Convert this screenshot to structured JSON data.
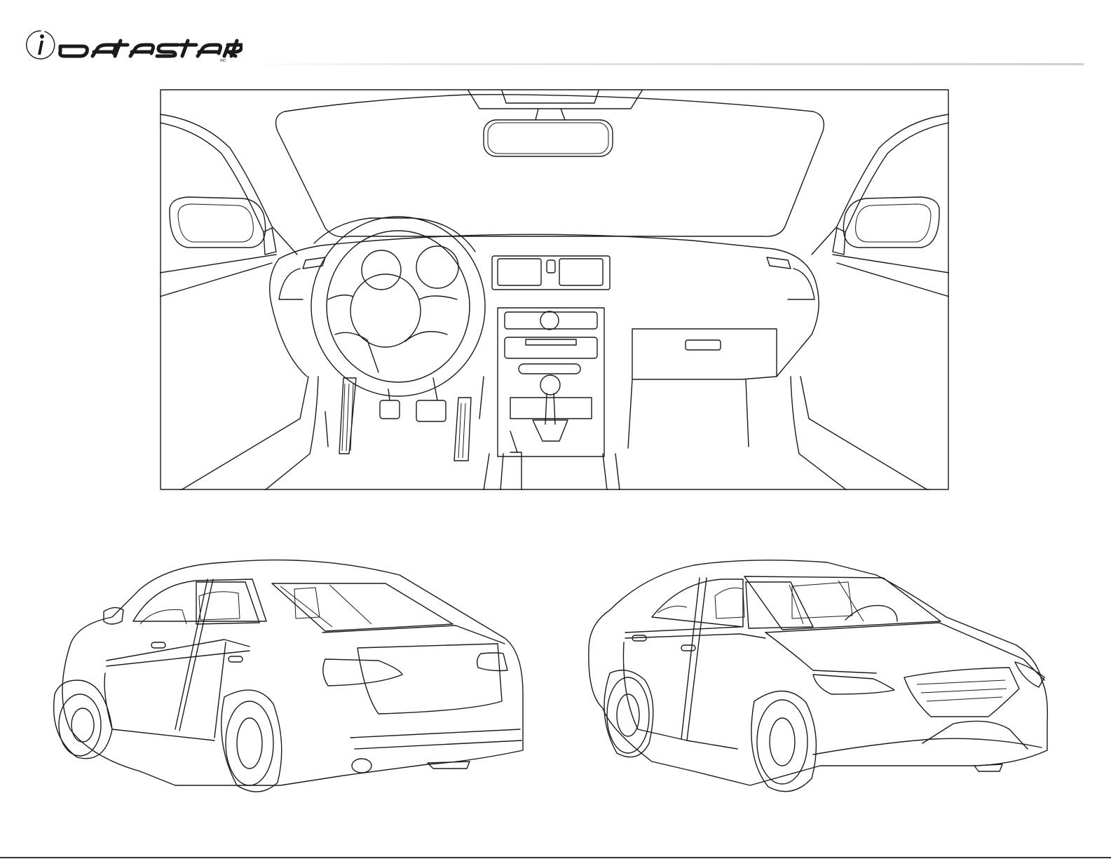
{
  "brand": {
    "logo_text": "idatastart",
    "logo_icon": "power-i-icon",
    "color": "#1a1a1a"
  },
  "figures": [
    {
      "icon": "car-interior-dashboard-illustration"
    },
    {
      "icon": "sedan-rear-three-quarter-illustration"
    },
    {
      "icon": "sedan-front-three-quarter-illustration"
    }
  ]
}
